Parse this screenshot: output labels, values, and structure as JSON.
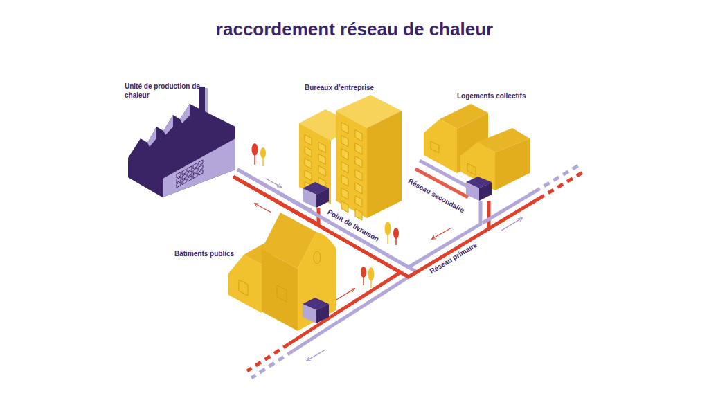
{
  "diagram": {
    "title": "raccordement réseau de chaleur",
    "nodes": [
      {
        "text": [
          "Unité de production de chaleur"
        ]
      },
      {
        "text": [
          "Bureaux d’entreprise"
        ]
      },
      {
        "text": [
          "Logements collectifs"
        ]
      },
      {
        "text": [
          "Bâtiments publics"
        ]
      }
    ],
    "edges": [
      {
        "from": 0,
        "to": 1,
        "arrow": "none"
      },
      {
        "from": 0,
        "to": 3,
        "arrow": "none"
      },
      {
        "from": 0,
        "to": 2,
        "arrow": "none"
      }
    ],
    "labels": [
      "Réseau secondaire",
      "Point de livraison",
      "Réseau primaire"
    ]
  }
}
